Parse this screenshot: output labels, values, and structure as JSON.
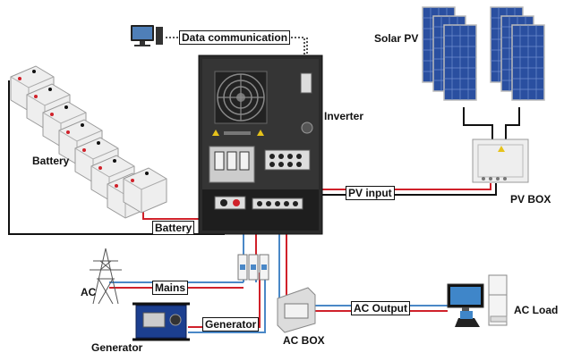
{
  "labels": {
    "data_communication": "Data communication",
    "inverter": "Inverter",
    "solar_pv": "Solar PV",
    "pv_input": "PV input",
    "pv_box": "PV BOX",
    "battery_side": "Battery",
    "battery_link": "Battery",
    "ac": "AC",
    "mains": "Mains",
    "generator_link": "Generator",
    "generator": "Generator",
    "ac_box": "AC BOX",
    "ac_output": "AC Output",
    "ac_load": "AC Load"
  },
  "colors": {
    "dc_positive": "#d0212a",
    "dc_negative": "#111111",
    "ac_line": "#4a88c7",
    "inverter_body": "#2b2b2b",
    "panel_blue": "#2a4fa0"
  }
}
